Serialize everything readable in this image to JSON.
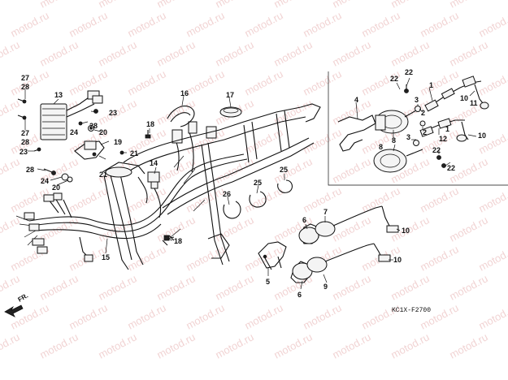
{
  "diagram": {
    "watermark_text": "motod.ru",
    "code_label": "KC1X-F2700",
    "direction_label": "FR.",
    "callouts": [
      {
        "id": "c27a",
        "text": "27"
      },
      {
        "id": "c28a",
        "text": "28"
      },
      {
        "id": "c13",
        "text": "13"
      },
      {
        "id": "c23a",
        "text": "23"
      },
      {
        "id": "c27b",
        "text": "27"
      },
      {
        "id": "c28b",
        "text": "28"
      },
      {
        "id": "c23b",
        "text": "23"
      },
      {
        "id": "c28c",
        "text": "28"
      },
      {
        "id": "c24a",
        "text": "24"
      },
      {
        "id": "c20a",
        "text": "20"
      },
      {
        "id": "c19",
        "text": "19"
      },
      {
        "id": "c21a",
        "text": "21"
      },
      {
        "id": "c21b",
        "text": "21"
      },
      {
        "id": "c28d",
        "text": "28"
      },
      {
        "id": "c24b",
        "text": "24"
      },
      {
        "id": "c20b",
        "text": "20"
      },
      {
        "id": "c18a",
        "text": "18"
      },
      {
        "id": "c16",
        "text": "16"
      },
      {
        "id": "c17",
        "text": "17"
      },
      {
        "id": "c14",
        "text": "14"
      },
      {
        "id": "c18b",
        "text": "18"
      },
      {
        "id": "c15",
        "text": "15"
      },
      {
        "id": "c26",
        "text": "26"
      },
      {
        "id": "c25a",
        "text": "25"
      },
      {
        "id": "c25b",
        "text": "25"
      },
      {
        "id": "c4",
        "text": "4"
      },
      {
        "id": "c8a",
        "text": "8"
      },
      {
        "id": "c8b",
        "text": "8"
      },
      {
        "id": "c22a",
        "text": "22"
      },
      {
        "id": "c22b",
        "text": "22"
      },
      {
        "id": "c3a",
        "text": "3"
      },
      {
        "id": "c2a",
        "text": "2"
      },
      {
        "id": "c1a",
        "text": "1"
      },
      {
        "id": "c10a",
        "text": "10"
      },
      {
        "id": "c11",
        "text": "11"
      },
      {
        "id": "c3b",
        "text": "3"
      },
      {
        "id": "c2b",
        "text": "2"
      },
      {
        "id": "c12",
        "text": "12"
      },
      {
        "id": "c1b",
        "text": "1"
      },
      {
        "id": "c10b",
        "text": "10"
      },
      {
        "id": "c22c",
        "text": "22"
      },
      {
        "id": "c22d",
        "text": "22"
      },
      {
        "id": "c7",
        "text": "7"
      },
      {
        "id": "c6a",
        "text": "6"
      },
      {
        "id": "c10c",
        "text": "10"
      },
      {
        "id": "c10d",
        "text": "10"
      },
      {
        "id": "c5",
        "text": "5"
      },
      {
        "id": "c9",
        "text": "9"
      },
      {
        "id": "c6b",
        "text": "6"
      }
    ]
  }
}
